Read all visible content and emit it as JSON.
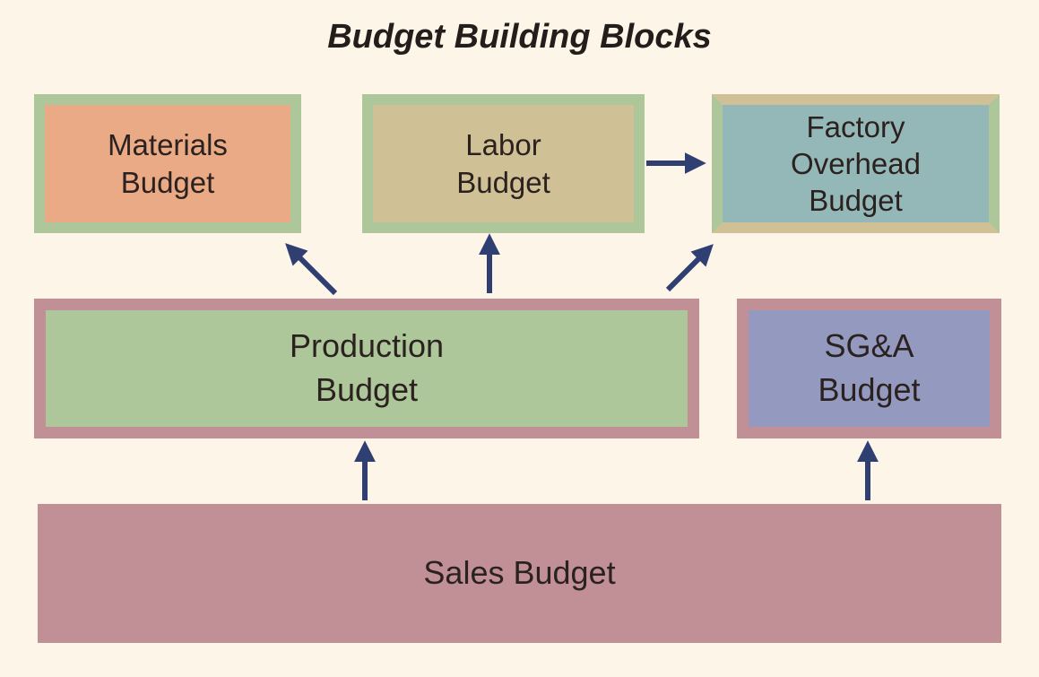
{
  "title": "Budget Building Blocks",
  "blocks": {
    "materials": "Materials\nBudget",
    "labor": "Labor\nBudget",
    "overhead": "Factory\nOverhead\nBudget",
    "production": "Production\nBudget",
    "sga": "SG&A\nBudget",
    "sales": "Sales Budget"
  },
  "colors": {
    "background": "#fdf5e8",
    "arrow": "#2f3f72",
    "green_frame": "#adc79a",
    "rose_frame": "#c19096",
    "materials_fill": "#eaaa85",
    "labor_fill": "#cfc096",
    "overhead_fill": "#94b8b8",
    "production_fill": "#adc79a",
    "sga_fill": "#9499bf",
    "sales_fill": "#c19096"
  }
}
